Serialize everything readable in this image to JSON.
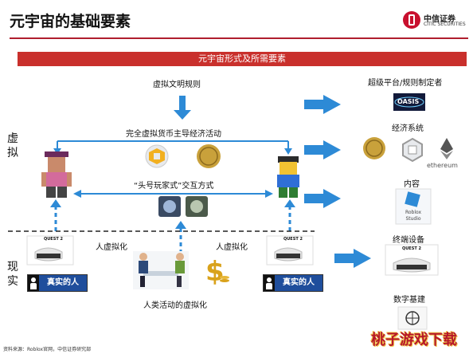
{
  "page": {
    "title": "元宇宙的基础要素",
    "brand_cn": "中信证券",
    "brand_en": "CITIC SECURITIES",
    "banner": "元宇宙形式及所需要素",
    "footer": "资料来源：Roblox官网，中信证券研究部",
    "watermark": "桃子游戏下载"
  },
  "left": {
    "virtual_label": "虚\n拟",
    "real_label": "现\n实",
    "rules_label": "虚拟文明规则",
    "economy_label": "完全虚拟货币主导经济活动",
    "interaction_label": "“头号玩家式”交互方式",
    "virtualize_left": "人虚拟化",
    "virtualize_right": "人虚拟化",
    "human_activity_label": "人类活动的虚拟化",
    "device_label": "QUEST 2",
    "real_person_label": "真实的人"
  },
  "right": {
    "platform_label": "超级平台/规则制定者",
    "platform_logo_text": "OASIS",
    "economy_label": "经济系统",
    "ethereum_text": "ethereum",
    "content_label": "内容",
    "content_tile_text": "Roblox Studio",
    "terminal_label": "终端设备",
    "terminal_device_label": "QUEST 2",
    "infra_label": "数字基建"
  },
  "colors": {
    "accent_red": "#c9302c",
    "arrow_blue": "#2d8ad6",
    "person_blue": "#1f4e9c",
    "gold": "#c9a13b"
  }
}
